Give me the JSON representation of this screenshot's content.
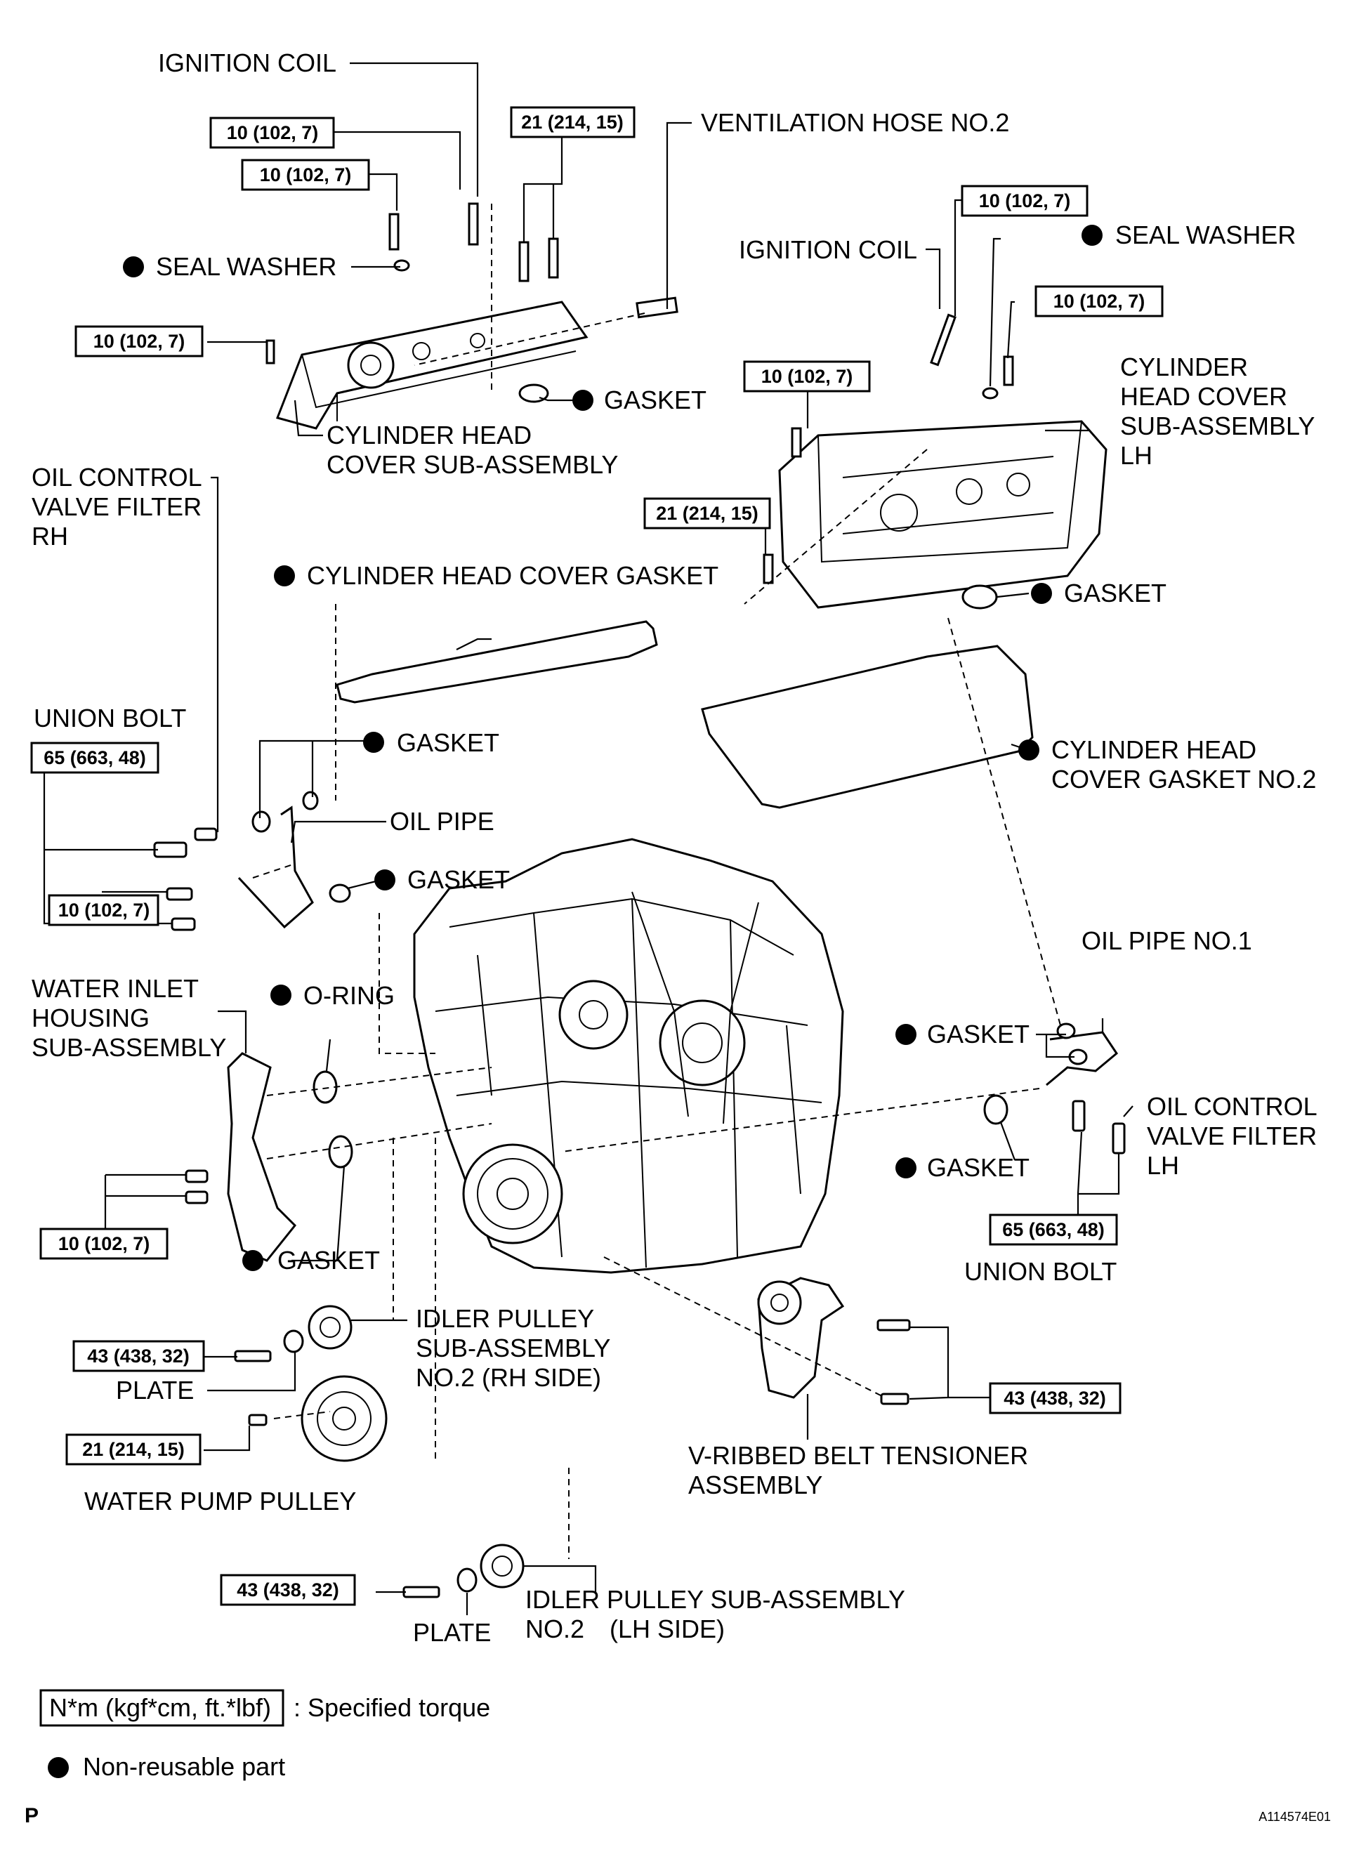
{
  "labels": {
    "ignition_coil_rh": "IGNITION COIL",
    "ventilation_hose": "VENTILATION HOSE NO.2",
    "seal_washer_rh": "SEAL WASHER",
    "gasket_top_rh": "GASKET",
    "chc_rh_l1": "CYLINDER HEAD",
    "chc_rh_l2": "COVER SUB-ASSEMBLY",
    "ignition_coil_lh": "IGNITION COIL",
    "seal_washer_lh": "SEAL WASHER",
    "chc_lh_l1": "CYLINDER",
    "chc_lh_l2": "HEAD COVER",
    "chc_lh_l3": "SUB-ASSEMBLY",
    "chc_lh_l4": "LH",
    "gasket_lh_cover": "GASKET",
    "ocv_rh_l1": "OIL CONTROL",
    "ocv_rh_l2": "VALVE FILTER",
    "ocv_rh_l3": "RH",
    "chc_gasket": "CYLINDER HEAD COVER GASKET",
    "union_bolt_rh": "UNION  BOLT",
    "gasket_oilpipe_top": "GASKET",
    "oil_pipe": "OIL PIPE",
    "gasket_oilpipe_bottom": "GASKET",
    "chc_gasket2_l1": "CYLINDER HEAD",
    "chc_gasket2_l2": "COVER GASKET NO.2",
    "water_inlet_l1": "WATER INLET",
    "water_inlet_l2": "HOUSING",
    "water_inlet_l3": "SUB-ASSEMBLY",
    "o_ring": "O-RING",
    "oil_pipe_no1": "OIL PIPE NO.1",
    "gasket_right_upper": "GASKET",
    "ocv_lh_l1": "OIL CONTROL",
    "ocv_lh_l2": "VALVE FILTER",
    "ocv_lh_l3": "LH",
    "gasket_right_lower": "GASKET",
    "union_bolt_lh": "UNION  BOLT",
    "gasket_water": "GASKET",
    "idler_rh_l1": "IDLER PULLEY",
    "idler_rh_l2": "SUB-ASSEMBLY",
    "idler_rh_l3": "NO.2  (RH SIDE)",
    "plate_upper": "PLATE",
    "water_pump_pulley": "WATER PUMP PULLEY",
    "tensioner_l1": "V-RIBBED BELT TENSIONER",
    "tensioner_l2": "ASSEMBLY",
    "idler_lh_l1": "IDLER PULLEY SUB-ASSEMBLY",
    "idler_lh_l2": "NO.2",
    "idler_lh_l3": "(LH SIDE)",
    "plate_lower": "PLATE"
  },
  "torques": {
    "t1": "10 (102, 7)",
    "t2": "10 (102, 7)",
    "t3": "21 (214, 15)",
    "t4": "10 (102, 7)",
    "t5": "10 (102, 7)",
    "t6": "10 (102, 7)",
    "t7": "10 (102, 7)",
    "t8": "21 (214, 15)",
    "t9": "65 (663, 48)",
    "t10": "10 (102, 7)",
    "t11": "10 (102, 7)",
    "t12": "65 (663, 48)",
    "t13": "43 (438, 32)",
    "t14": "21 (214, 15)",
    "t15": "43 (438, 32)",
    "t16": "43 (438, 32)"
  },
  "legend": {
    "torque_box": "N*m (kgf*cm, ft.*lbf)",
    "torque_desc": ": Specified torque",
    "nonreusable": "Non-reusable part"
  },
  "footer": {
    "page_marker": "P",
    "code": "A114574E01"
  }
}
